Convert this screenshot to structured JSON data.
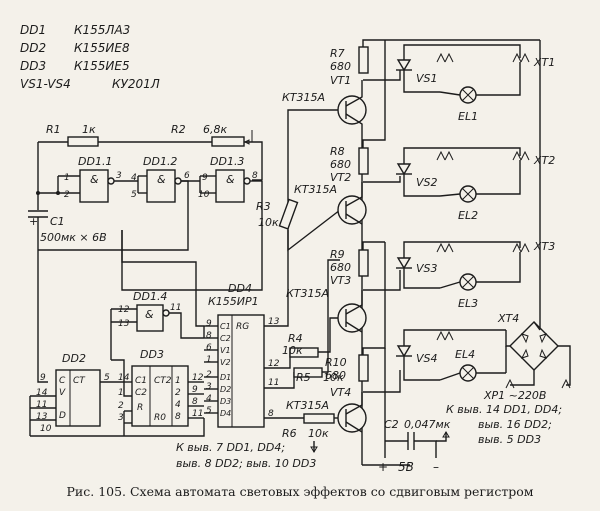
{
  "parts_list": [
    {
      "ref": "DD1",
      "type": "К155ЛА3"
    },
    {
      "ref": "DD2",
      "type": "К155ИЕ8"
    },
    {
      "ref": "DD3",
      "type": "К155ИЕ5"
    },
    {
      "ref": "VS1-VS4",
      "type": "КУ201Л"
    }
  ],
  "components": {
    "r1": "R1",
    "r1_val": "1к",
    "r2": "R2",
    "r2_val": "6,8к",
    "r3": "R3",
    "r3_val": "10к",
    "r4": "R4",
    "r4_val": "10к",
    "r5": "R5",
    "r5_val": "10к",
    "r6": "R6",
    "r6_val": "10к",
    "r7": "R7",
    "r7_val": "680",
    "r8": "R8",
    "r8_val": "680",
    "r9": "R9",
    "r9_val": "680",
    "r10": "R10",
    "r10_val": "680",
    "c1": "C1",
    "c1_val": "500мк × 6В",
    "c2": "C2",
    "c2_val": "0,047мк",
    "vt1": "VT1",
    "vt2": "VT2",
    "vt3": "VT3",
    "vt4": "VT4",
    "transistor_type": "КТ315А",
    "vs1": "VS1",
    "vs2": "VS2",
    "vs3": "VS3",
    "vs4": "VS4",
    "xt1": "XT1",
    "xt2": "XT2",
    "xt3": "XT3",
    "xt4": "XT4",
    "el1": "EL1",
    "el2": "EL2",
    "el3": "EL3",
    "el4": "EL4",
    "xp1": "XP1 ~220В",
    "dd1_1": "DD1.1",
    "dd1_2": "DD1.2",
    "dd1_3": "DD1.3",
    "dd1_4": "DD1.4",
    "dd2": "DD2",
    "dd3": "DD3",
    "dd4": "DD4",
    "dd4_type": "К155ИР1",
    "and_sym": "&",
    "rg": "RG",
    "ct2": "CT2"
  },
  "pins": {
    "p1": "1",
    "p2": "2",
    "p3": "3",
    "p4": "4",
    "p5": "5",
    "p6": "6",
    "p7": "7",
    "p8": "8",
    "p9": "9",
    "p10": "10",
    "p11": "11",
    "p12": "12",
    "p13": "13",
    "p14": "14",
    "p16": "16"
  },
  "dd2_pins": {
    "c": "C",
    "v": "V",
    "ct": "CT",
    "d": "D"
  },
  "dd4_pins": {
    "c1": "C1",
    "c2": "C2",
    "v1": "V1",
    "v2": "V2",
    "d1": "D1",
    "d2": "D2",
    "d3": "D3",
    "d4": "D4"
  },
  "dd3_pins": {
    "c1": "C1",
    "c2": "C2",
    "r": "R",
    "r0": "R0"
  },
  "supply": {
    "plus": "+",
    "v5": "5В",
    "minus": "–"
  },
  "notes": {
    "gnd_line1": "К выв. 7 DD1, DD4;",
    "gnd_line2": "выв. 8 DD2; выв. 10 DD3",
    "vcc_line1": "К выв. 14 DD1, DD4;",
    "vcc_line2": "выв. 16 DD2;",
    "vcc_line3": "выв. 5 DD3"
  },
  "caption": "Рис. 105. Схема автомата световых эффектов со сдвиговым регистром"
}
